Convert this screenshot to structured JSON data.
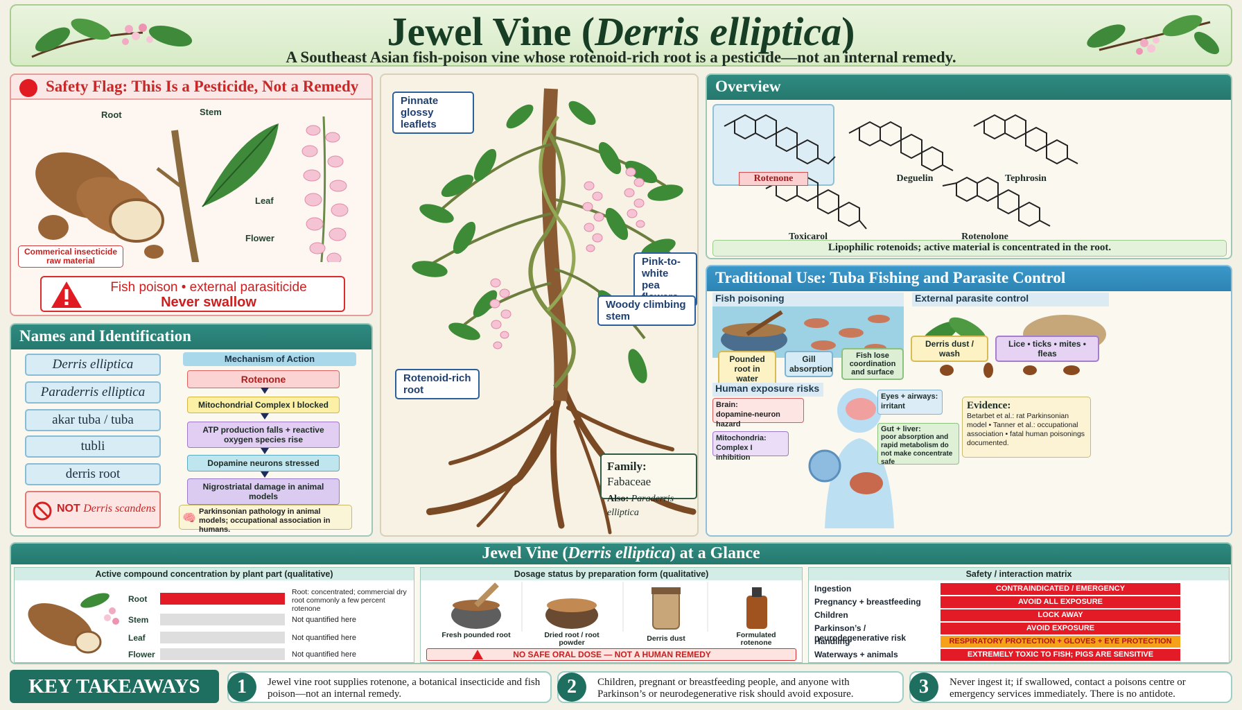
{
  "header": {
    "title_main": "Jewel Vine (",
    "title_italic": "Derris elliptica",
    "title_end": ")",
    "subtitle": "A Southeast Asian fish-poison vine whose rotenoid-rich root is a pesticide—not an internal remedy."
  },
  "safety": {
    "title": "Safety Flag: This Is a Pesticide, Not a Remedy",
    "labels": {
      "root": "Root",
      "stem": "Stem",
      "leaf": "Leaf",
      "flower": "Flower"
    },
    "raw_material": "Commerical insecticide raw material",
    "warning_line1": "Fish poison • external parasiticide",
    "warning_line2": "Never swallow"
  },
  "names": {
    "title": "Names and Identification",
    "items": [
      "Derris elliptica",
      "Paraderris elliptica",
      "akar tuba / tuba",
      "tubli",
      "derris root"
    ],
    "not_prefix": "NOT",
    "not_name": "Derris scandens"
  },
  "mechanism": {
    "title": "Mechanism of Action",
    "steps": [
      "Rotenone",
      "Mitochondrial Complex I blocked",
      "ATP production falls + reactive oxygen species rise",
      "Dopamine neurons stressed",
      "Nigrostriatal damage in animal models"
    ],
    "footer": "Parkinsonian pathology in animal models; occupational association in humans."
  },
  "plant": {
    "callouts": {
      "leaflets": "Pinnate glossy leaflets",
      "flowers": "Pink-to-white pea flowers",
      "stem": "Woody climbing stem",
      "root": "Rotenoid-rich root"
    },
    "family_label": "Family:",
    "family_value": "Fabaceae",
    "also_label": "Also:",
    "also_value": "Paraderris elliptica"
  },
  "overview": {
    "title": "Overview",
    "compounds": [
      "Rotenone",
      "Deguelin",
      "Tephrosin",
      "Toxicarol",
      "Rotenolone"
    ],
    "note": "Lipophilic rotenoids; active material is concentrated in the root."
  },
  "traditional": {
    "title": "Traditional Use: Tuba Fishing and Parasite Control",
    "fish_title": "Fish poisoning",
    "fish_steps": [
      "Pounded root in water",
      "Gill absorption",
      "Fish lose coordination and surface"
    ],
    "parasite_title": "External parasite control",
    "parasite_dust": "Derris dust / wash",
    "parasite_targets": "Lice • ticks • mites • fleas",
    "exposure_title": "Human exposure risks",
    "brain_label": "Brain:",
    "brain_text": "dopamine-neuron hazard",
    "mito_label": "Mitochondria:",
    "mito_text": "Complex I inhibition",
    "eyes_label": "Eyes + airways:",
    "eyes_text": "irritant",
    "gut_label": "Gut + liver:",
    "gut_text": "poor absorption and rapid metabolism do not make concentrate safe",
    "evidence_title": "Evidence:",
    "evidence_text": "Betarbet et al.: rat Parkinsonian model • Tanner et al.: occupational association • fatal human poisonings documented."
  },
  "glance": {
    "title_main": "Jewel Vine (",
    "title_italic": "Derris elliptica",
    "title_end": ") at a Glance",
    "concentration": {
      "title": "Active compound concentration by plant part (qualitative)",
      "rows": [
        {
          "part": "Root",
          "note": "Root: concentrated; commercial dry root commonly a few percent rotenone"
        },
        {
          "part": "Stem",
          "note": "Not quantified here"
        },
        {
          "part": "Leaf",
          "note": "Not quantified here"
        },
        {
          "part": "Flower",
          "note": "Not quantified here"
        }
      ]
    },
    "dosage": {
      "title": "Dosage status by preparation form (qualitative)",
      "forms": [
        "Fresh pounded root",
        "Dried root / root powder",
        "Derris dust",
        "Formulated rotenone"
      ],
      "banner": "NO SAFE ORAL DOSE — NOT A HUMAN REMEDY"
    },
    "matrix": {
      "title": "Safety / interaction matrix",
      "rows": [
        {
          "label": "Ingestion",
          "value": "CONTRAINDICATED / EMERGENCY",
          "color": "#e21b26"
        },
        {
          "label": "Pregnancy + breastfeeding",
          "value": "AVOID ALL EXPOSURE",
          "color": "#e21b26"
        },
        {
          "label": "Children",
          "value": "LOCK AWAY",
          "color": "#e21b26"
        },
        {
          "label": "Parkinson’s / neurodegenerative risk",
          "value": "AVOID EXPOSURE",
          "color": "#e21b26"
        },
        {
          "label": "Handling",
          "value": "RESPIRATORY PROTECTION + GLOVES + EYE PROTECTION",
          "color": "#f5a21a"
        },
        {
          "label": "Waterways + animals",
          "value": "EXTREMELY TOXIC TO FISH; PIGS ARE SENSITIVE",
          "color": "#e21b26"
        }
      ]
    }
  },
  "takeaways": {
    "title": "KEY TAKEAWAYS",
    "items": [
      {
        "n": "1",
        "text": "Jewel vine root supplies rotenone, a botanical insecticide and fish poison—not an internal remedy."
      },
      {
        "n": "2",
        "text": "Children, pregnant or breastfeeding people, and anyone with Parkinson’s or neurodegenerative risk should avoid exposure."
      },
      {
        "n": "3",
        "text": "Never ingest it; if swallowed, contact a poisons centre or emergency services immediately. There is no antidote."
      }
    ]
  }
}
